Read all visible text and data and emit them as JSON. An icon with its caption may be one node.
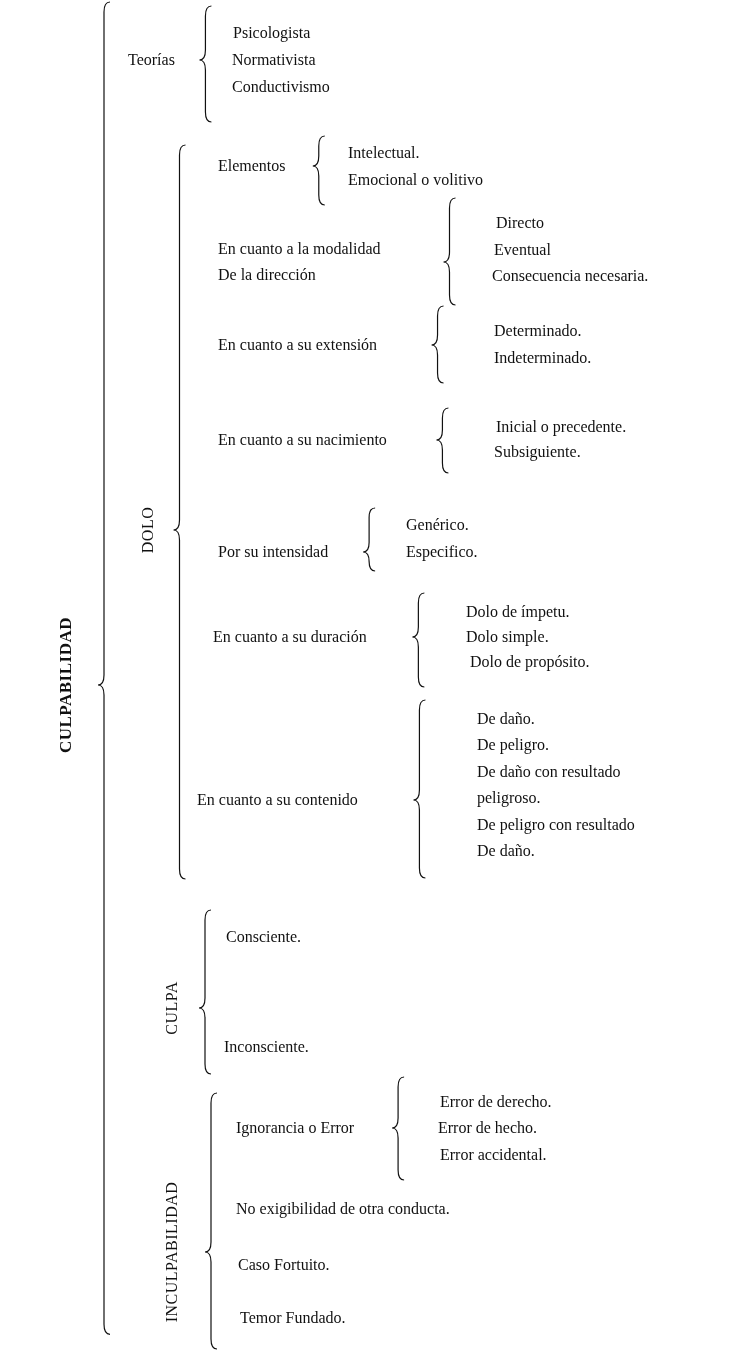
{
  "diagram": {
    "nodes": [
      {
        "text": [
          "CULPABILIDAD"
        ]
      },
      {
        "text": [
          "Teorías"
        ]
      },
      {
        "text": [
          "Psicologista"
        ]
      },
      {
        "text": [
          "Normativista"
        ]
      },
      {
        "text": [
          "Conductivismo"
        ]
      },
      {
        "text": [
          "DOLO"
        ]
      },
      {
        "text": [
          "Elementos"
        ]
      },
      {
        "text": [
          "Intelectual."
        ]
      },
      {
        "text": [
          "Emocional o volitivo"
        ]
      },
      {
        "text": [
          "En cuanto a la modalidad De la dirección"
        ]
      },
      {
        "text": [
          "Directo"
        ]
      },
      {
        "text": [
          "Eventual"
        ]
      },
      {
        "text": [
          "Consecuencia necesaria."
        ]
      },
      {
        "text": [
          "En cuanto a su extensión"
        ]
      },
      {
        "text": [
          "Determinado."
        ]
      },
      {
        "text": [
          "Indeterminado."
        ]
      },
      {
        "text": [
          "En cuanto a su nacimiento"
        ]
      },
      {
        "text": [
          "Inicial o precedente."
        ]
      },
      {
        "text": [
          "Subsiguiente."
        ]
      },
      {
        "text": [
          "Por su intensidad"
        ]
      },
      {
        "text": [
          "Genérico."
        ]
      },
      {
        "text": [
          "Especifico."
        ]
      },
      {
        "text": [
          "En cuanto a su duración"
        ]
      },
      {
        "text": [
          "Dolo de ímpetu."
        ]
      },
      {
        "text": [
          "Dolo simple."
        ]
      },
      {
        "text": [
          "Dolo de propósito."
        ]
      },
      {
        "text": [
          "En cuanto a su contenido"
        ]
      },
      {
        "text": [
          "De daño."
        ]
      },
      {
        "text": [
          "De peligro."
        ]
      },
      {
        "text": [
          "De daño con resultado peligroso."
        ]
      },
      {
        "text": [
          "De peligro con resultado"
        ]
      },
      {
        "text": [
          "De daño."
        ]
      },
      {
        "text": [
          "CULPA"
        ]
      },
      {
        "text": [
          "Consciente."
        ]
      },
      {
        "text": [
          "Inconsciente."
        ]
      },
      {
        "text": [
          "INCULPABILIDAD"
        ]
      },
      {
        "text": [
          "Ignorancia o Error"
        ]
      },
      {
        "text": [
          "Error de derecho."
        ]
      },
      {
        "text": [
          "Error de hecho."
        ]
      },
      {
        "text": [
          "Error accidental."
        ]
      },
      {
        "text": [
          "No exigibilidad de otra conducta."
        ]
      },
      {
        "text": [
          "Caso Fortuito."
        ]
      },
      {
        "text": [
          "Temor Fundado."
        ]
      }
    ]
  }
}
